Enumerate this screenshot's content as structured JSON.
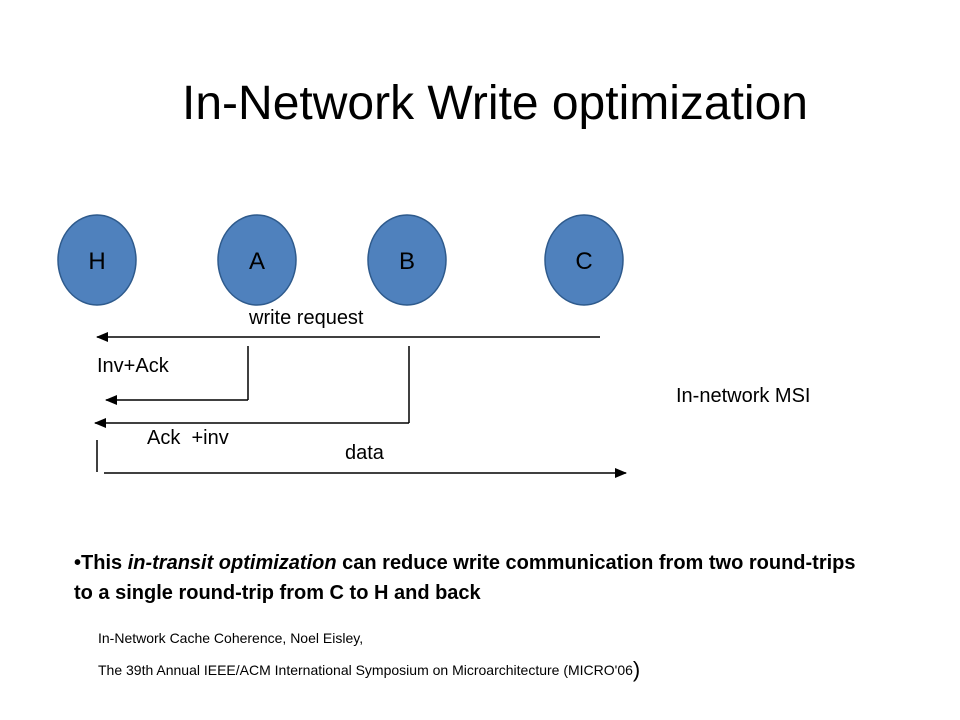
{
  "slide": {
    "title": "In-Network Write optimization"
  },
  "diagram": {
    "node_color": "#4f81bd",
    "nodes": [
      {
        "id": "H",
        "label": "H"
      },
      {
        "id": "A",
        "label": "A"
      },
      {
        "id": "B",
        "label": "B"
      },
      {
        "id": "C",
        "label": "C"
      }
    ],
    "messages": {
      "write_request": "write request",
      "inv_ack": "Inv+Ack",
      "ack_inv": "Ack  +inv",
      "data": "data"
    },
    "side_label": "In-network MSI"
  },
  "bullet": {
    "marker": "•",
    "part1": "This ",
    "part2_italic": "in-transit optimization",
    "part3": " can reduce write communication from two round-trips to a single round-trip from C to H and back"
  },
  "citation": {
    "line1": "In-Network Cache Coherence, Noel Eisley,",
    "line2": "The 39th Annual IEEE/ACM International Symposium on Microarchitecture (MICRO'06",
    "closing": ")"
  }
}
